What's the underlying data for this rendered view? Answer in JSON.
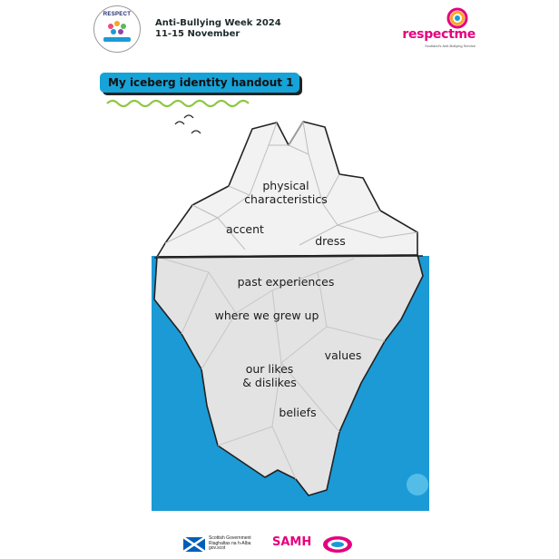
{
  "header": {
    "badge_word": "RESPECT",
    "title": "Anti-Bullying Week 2024",
    "dates": "11-15 November",
    "brand": "respectme",
    "brand_tagline": "Scotland's Anti-Bullying Service"
  },
  "handout_title": "My iceberg identity handout 1",
  "iceberg": {
    "above_water": [
      "physical\ncharacteristics",
      "accent",
      "dress"
    ],
    "below_water": [
      "past experiences",
      "where we grew up",
      "values",
      "our likes\n& dislikes",
      "beliefs"
    ]
  },
  "footer": {
    "gov_lines": [
      "Scottish Government",
      "Riaghaltas na h-Alba",
      "gov.scot"
    ],
    "samh": "SAMH"
  },
  "colors": {
    "water": "#1b9ad6",
    "accent_blue": "#16a3d8",
    "brand_pink": "#e5007e",
    "wave_green": "#8dc63f"
  }
}
